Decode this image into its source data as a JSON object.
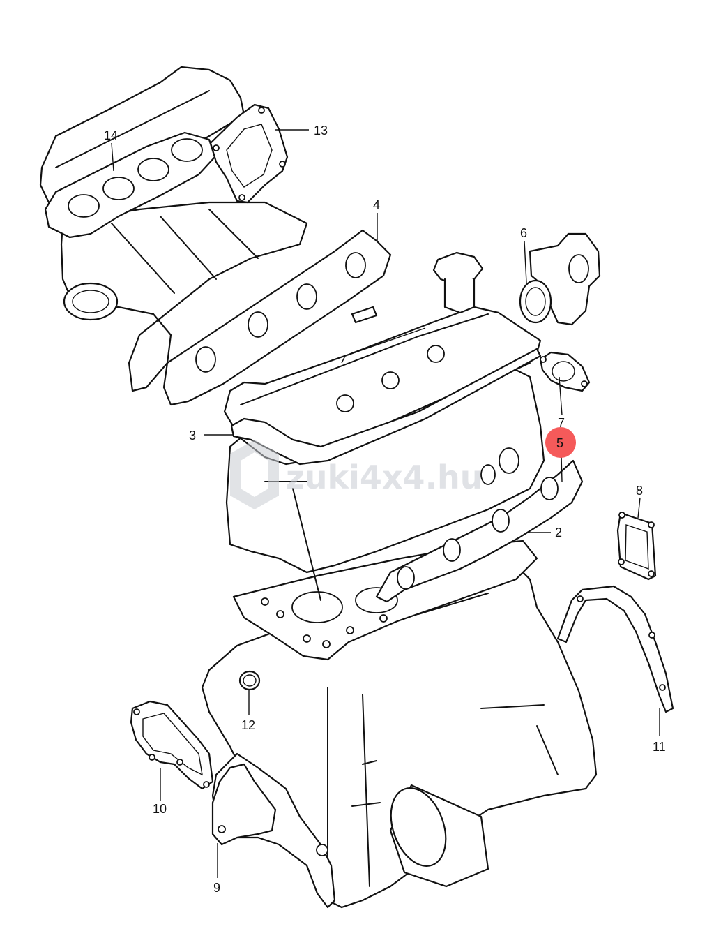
{
  "diagram": {
    "callouts": [
      {
        "id": "c14",
        "label": "14"
      },
      {
        "id": "c13",
        "label": "13"
      },
      {
        "id": "c4",
        "label": "4"
      },
      {
        "id": "c6",
        "label": "6"
      },
      {
        "id": "c7",
        "label": "7"
      },
      {
        "id": "c5",
        "label": "5",
        "highlighted": true
      },
      {
        "id": "c3",
        "label": "3"
      },
      {
        "id": "c2",
        "label": "2"
      },
      {
        "id": "c8",
        "label": "8"
      },
      {
        "id": "c11",
        "label": "11"
      },
      {
        "id": "c12",
        "label": "12"
      },
      {
        "id": "c10",
        "label": "10"
      },
      {
        "id": "c9",
        "label": "9"
      }
    ],
    "highlight_color": "#f55a5a",
    "watermark": "zuki4x4.hu"
  }
}
